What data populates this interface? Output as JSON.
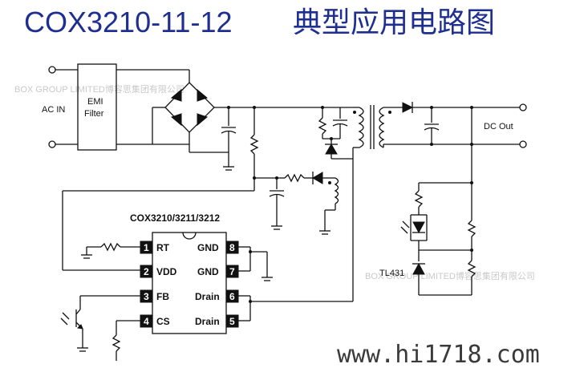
{
  "title": {
    "part": "COX3210-11-12",
    "caption": "典型应用电路图"
  },
  "labels": {
    "ac_in": "AC IN",
    "emi_line1": "EMI",
    "emi_line2": "Filter",
    "dc_out": "DC Out",
    "chip_name": "COX3210/3211/3212",
    "tl431": "TL431"
  },
  "chip_pins": [
    {
      "num": "1",
      "name": "RT"
    },
    {
      "num": "2",
      "name": "VDD"
    },
    {
      "num": "3",
      "name": "FB"
    },
    {
      "num": "4",
      "name": "CS"
    },
    {
      "num": "8",
      "name": "GND"
    },
    {
      "num": "7",
      "name": "GND"
    },
    {
      "num": "6",
      "name": "Drain"
    },
    {
      "num": "5",
      "name": "Drain"
    }
  ],
  "watermarks": {
    "company_top": "BOX GROUP LIMITED博容思集团有限公司",
    "company_mid": "BOX GROUP LIMITED博容思集团有限公司",
    "site": "www.hi1718.com"
  },
  "colors": {
    "title": "#1f2f8f",
    "ink": "#111111",
    "watermark": "#c9c9c9"
  }
}
